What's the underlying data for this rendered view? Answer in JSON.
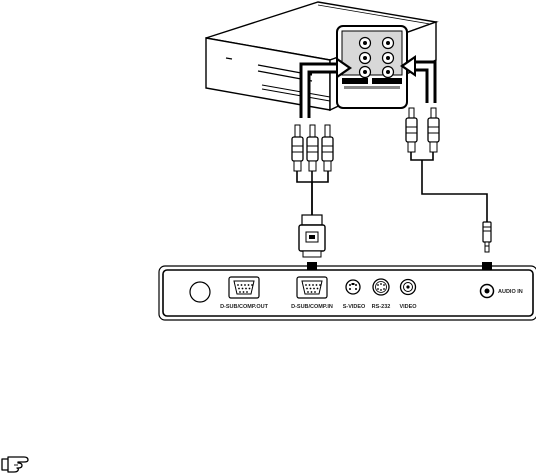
{
  "rear_panel": {
    "ports": {
      "dsub_out": "D-SUB/COMP.OUT",
      "dsub_in": "D-SUB/COMP.IN",
      "svideo": "S-VIDEO",
      "rs232": "RS-232",
      "video": "VIDEO",
      "audio_in": "AUDIO IN"
    }
  },
  "colors": {
    "line": "#000000",
    "panel_fill": "#ffffff",
    "inset_fill": "#d8d8d8"
  },
  "icons": {
    "note": "pointing-hand-note-icon"
  }
}
